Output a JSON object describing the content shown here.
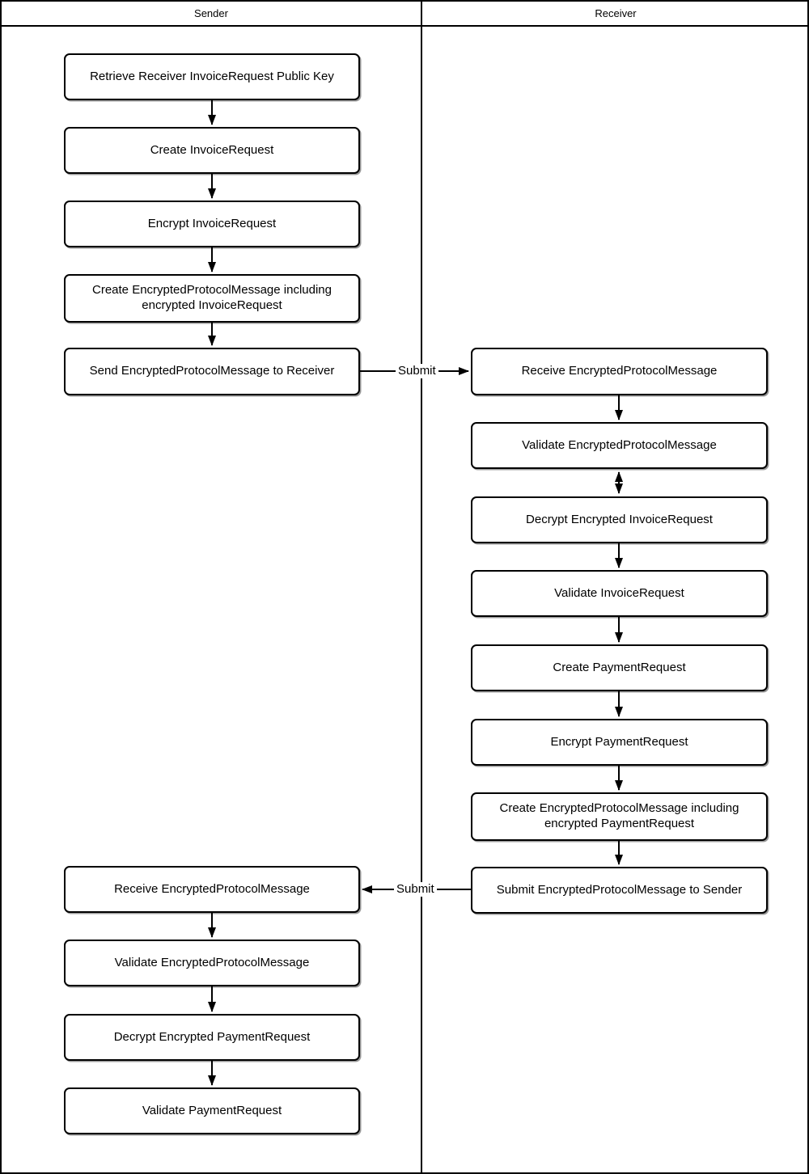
{
  "diagram": {
    "lanes": [
      {
        "title": "Sender"
      },
      {
        "title": "Receiver"
      }
    ],
    "sender_nodes": [
      "Retrieve Receiver InvoiceRequest Public Key",
      "Create InvoiceRequest",
      "Encrypt InvoiceRequest",
      "Create EncryptedProtocolMessage including encrypted InvoiceRequest",
      "Send EncryptedProtocolMessage to Receiver",
      "Receive EncryptedProtocolMessage",
      "Validate EncryptedProtocolMessage",
      "Decrypt Encrypted PaymentRequest",
      "Validate PaymentRequest"
    ],
    "receiver_nodes": [
      "Receive EncryptedProtocolMessage",
      "Validate EncryptedProtocolMessage",
      "Decrypt Encrypted InvoiceRequest",
      "Validate InvoiceRequest",
      "Create PaymentRequest",
      "Encrypt PaymentRequest",
      "Create EncryptedProtocolMessage including encrypted PaymentRequest",
      "Submit EncryptedProtocolMessage to Sender"
    ],
    "edge_labels": {
      "sender_to_receiver": "Submit",
      "receiver_to_sender": "Submit"
    },
    "colors": {
      "line": "#000000",
      "box_fill": "#ffffff",
      "background": "#ffffff"
    }
  }
}
